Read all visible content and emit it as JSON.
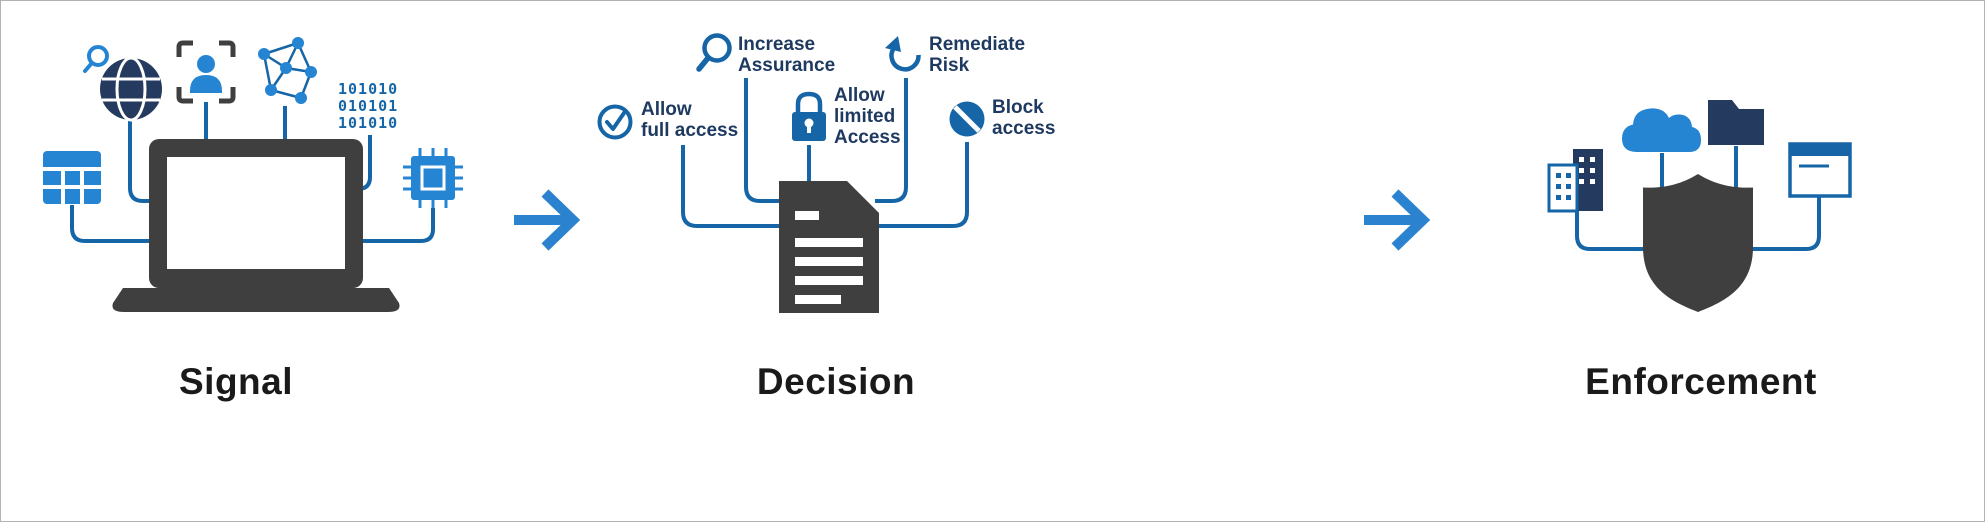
{
  "diagram": {
    "flow": [
      "Signal",
      "Decision",
      "Enforcement"
    ]
  },
  "colors": {
    "connector_blue": "#1565A7",
    "bright_blue": "#2585D3",
    "arrow_blue": "#2B83D0",
    "dark_navy": "#243A5E",
    "charcoal": "#3F3F3F",
    "option_text": "#1F3A60",
    "label_text": "#1A1A1A",
    "border_gray": "#B2B2B2"
  },
  "signal": {
    "label": "Signal",
    "binary_lines": [
      "101010",
      "010101",
      "101010"
    ],
    "icons": [
      "table-icon",
      "globe-search-icon",
      "face-id-icon",
      "network-graph-icon",
      "binary-data-icon",
      "chip-icon",
      "laptop-icon"
    ]
  },
  "decision": {
    "label": "Decision",
    "center_icon": "document-icon",
    "options": [
      {
        "icon": "check-circle-icon",
        "lines": [
          "Allow",
          "full access"
        ]
      },
      {
        "icon": "magnifier-icon",
        "lines": [
          "Increase",
          "Assurance"
        ]
      },
      {
        "icon": "lock-icon",
        "lines": [
          "Allow",
          "limited",
          "Access"
        ]
      },
      {
        "icon": "refresh-icon",
        "lines": [
          "Remediate",
          "Risk"
        ]
      },
      {
        "icon": "block-icon",
        "lines": [
          "Block",
          "access"
        ]
      }
    ]
  },
  "enforcement": {
    "label": "Enforcement",
    "icons": [
      "building-icon",
      "cloud-icon",
      "folder-icon",
      "app-window-icon",
      "shield-icon"
    ]
  }
}
